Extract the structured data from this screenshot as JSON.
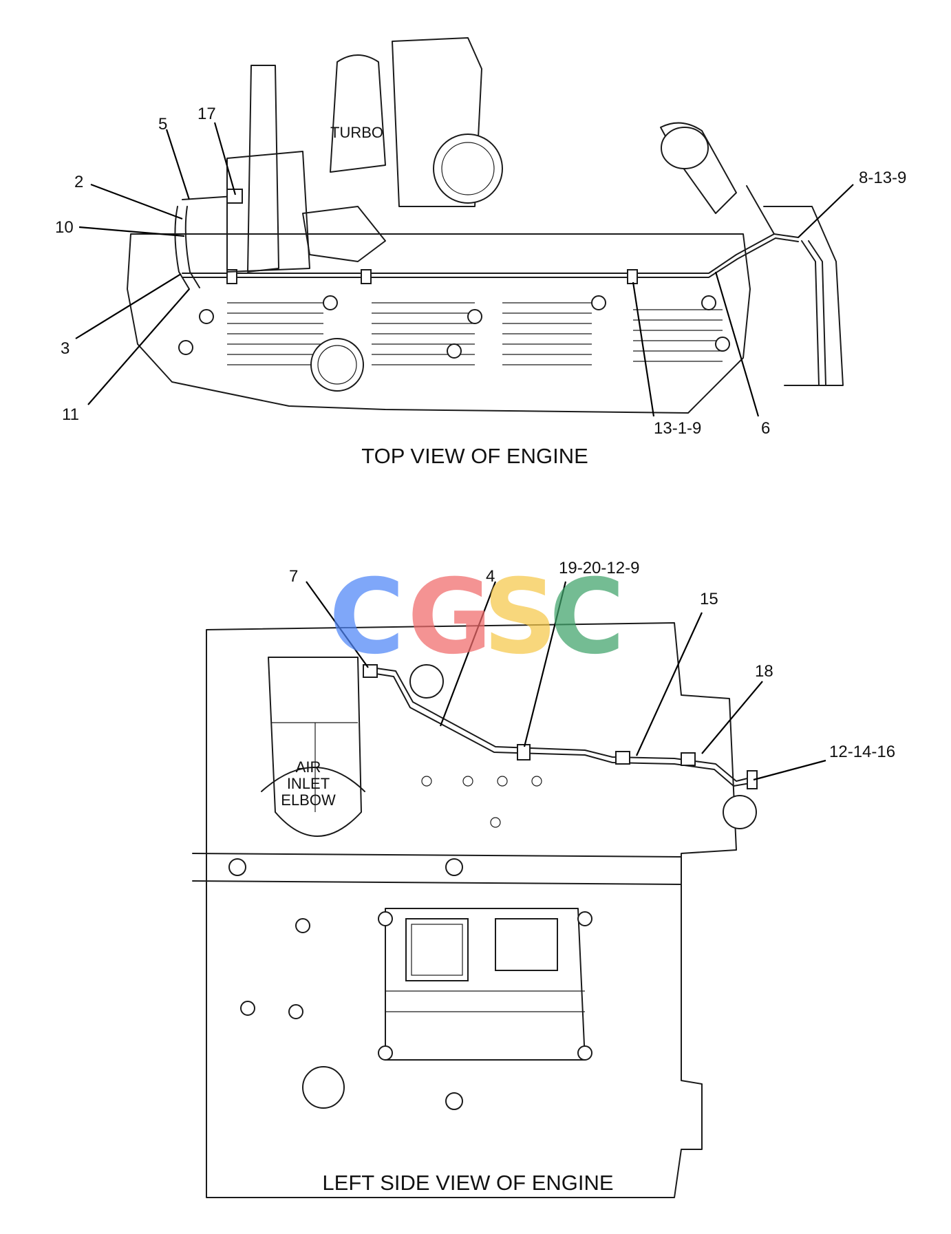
{
  "watermark": {
    "letters": [
      "C",
      "G",
      "S",
      "C"
    ],
    "colors": [
      "#4f86f7",
      "#f06a6a",
      "#f6c84a",
      "#3fa36a"
    ]
  },
  "top_view": {
    "title": "TOP VIEW OF ENGINE",
    "turbo_label": "TURBO",
    "callouts": [
      "5",
      "17",
      "2",
      "10",
      "3",
      "11",
      "8-13-9",
      "13-1-9",
      "6"
    ]
  },
  "side_view": {
    "title": "LEFT SIDE VIEW OF ENGINE",
    "air_inlet_label": [
      "AIR",
      "INLET",
      "ELBOW"
    ],
    "callouts": [
      "7",
      "4",
      "19-20-12-9",
      "15",
      "18",
      "12-14-16"
    ]
  }
}
